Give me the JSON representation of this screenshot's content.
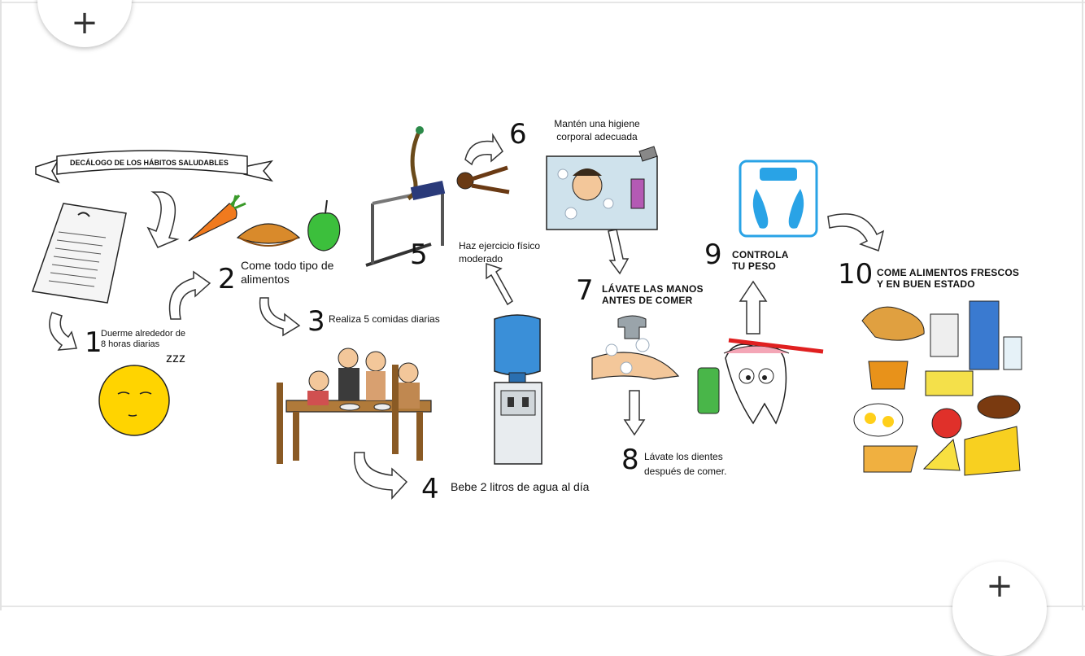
{
  "buttons": {
    "add_top": "+",
    "add_bottom": "+"
  },
  "banner": "DECÁLOGO DE LOS HÁBITOS SALUDABLES",
  "habits": [
    {
      "number": "1",
      "text": "Duerme alrededor de 8 horas diarias"
    },
    {
      "number": "2",
      "text": "Come todo tipo de alimentos"
    },
    {
      "number": "3",
      "text": "Realiza 5 comidas diarias"
    },
    {
      "number": "4",
      "text": "Bebe 2 litros de agua al día"
    },
    {
      "number": "5",
      "text": "Haz ejercicio físico moderado"
    },
    {
      "number": "6",
      "text": "Mantén una higiene corporal adecuada"
    },
    {
      "number": "7",
      "text": "LÁVATE LAS MANOS ANTES DE COMER"
    },
    {
      "number": "8",
      "text": "Lávate los dientes después de comer."
    },
    {
      "number": "9",
      "text": "CONTROLA TU PESO"
    },
    {
      "number": "10",
      "text": "COME ALIMENTOS FRESCOS Y EN BUEN ESTADO"
    }
  ],
  "sleep_zzz": "zzz",
  "colors": {
    "sun": "#ffd400",
    "carrot": "#f07a1e",
    "apple": "#3cbf3c",
    "water": "#3a8fd8",
    "scale": "#29a3e6",
    "toothbrush": "#e02020"
  },
  "icons": [
    "plus-icon",
    "list-icon",
    "moon-face-icon",
    "carrot-icon",
    "pie-icon",
    "apple-icon",
    "family-table-icon",
    "water-cooler-icon",
    "gymnast-icon",
    "shower-icon",
    "handwash-icon",
    "tooth-icon",
    "scale-icon",
    "food-icon",
    "arrow-icon"
  ]
}
